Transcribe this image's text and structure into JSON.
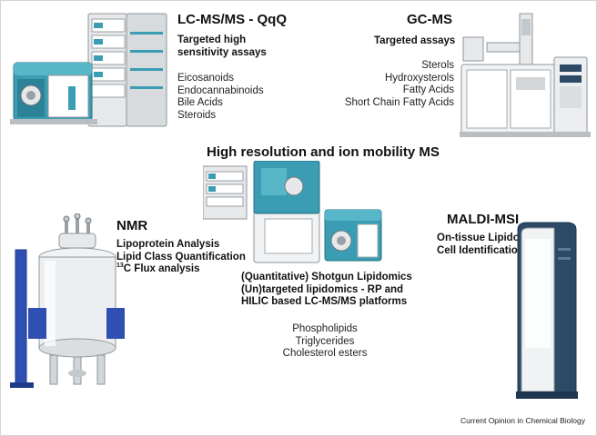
{
  "lcms": {
    "title": "LC-MS/MS - QqQ",
    "subtitle_lines": [
      "Targeted high",
      "sensitivity assays"
    ],
    "analytes": [
      "Eicosanoids",
      "Endocannabinoids",
      "Bile Acids",
      "Steroids"
    ]
  },
  "gcms": {
    "title": "GC-MS",
    "subtitle": "Targeted assays",
    "analytes": [
      "Sterols",
      "Hydroxysterols",
      "Fatty Acids",
      "Short Chain Fatty Acids"
    ]
  },
  "hrms": {
    "title": "High resolution and ion mobility MS",
    "method_lines": [
      "(Quantitative) Shotgun Lipidomics",
      "(Un)targeted lipidomics - RP and",
      "HILIC based LC-MS/MS platforms"
    ],
    "analytes": [
      "Phospholipids",
      "Triglycerides",
      "Cholesterol esters"
    ]
  },
  "nmr": {
    "title": "NMR",
    "apps": [
      "Lipoprotein Analysis",
      "Lipid Class Quantification"
    ],
    "flux_sup": "13",
    "flux_text": "C Flux analysis"
  },
  "maldi": {
    "title": "MALDI-MSI",
    "apps": [
      "On-tissue Lipidomics",
      "Cell Identification"
    ]
  },
  "caption": "Current Opinion in Chemical Biology",
  "colors": {
    "instrument_teal": "#3a9db3",
    "instrument_grey": "#e6e8ea",
    "magnet_blue": "#2f4fb3",
    "maldi_navy": "#2c4a66"
  }
}
